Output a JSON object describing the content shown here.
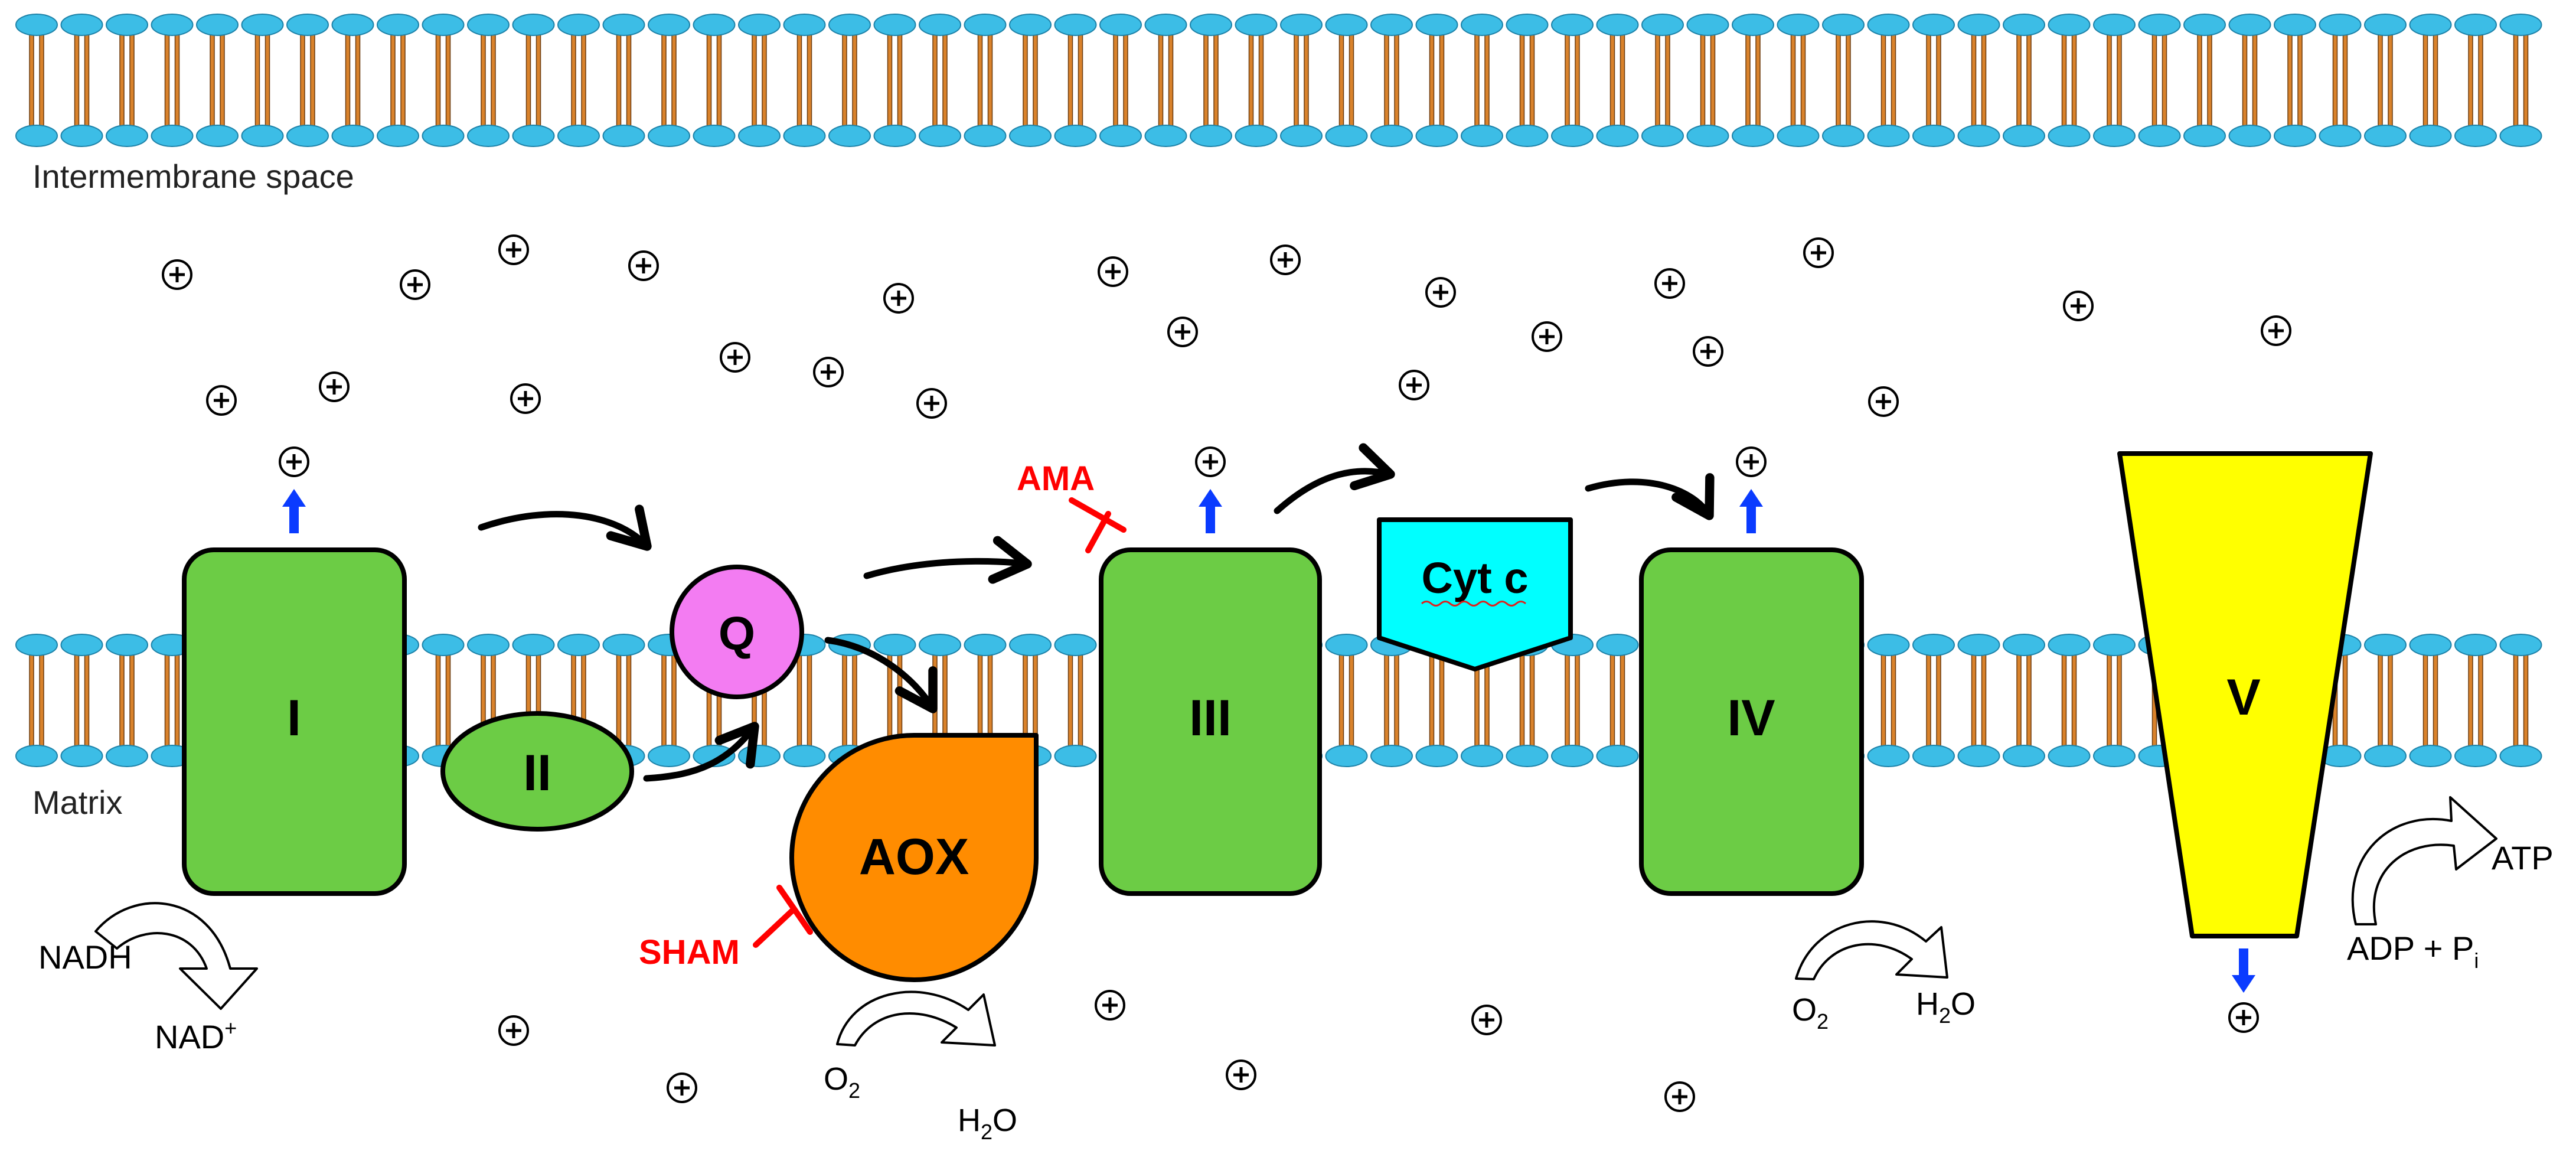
{
  "labels": {
    "intermembrane_space": "Intermembrane space",
    "matrix": "Matrix"
  },
  "complexes": {
    "c1": "I",
    "c2": "II",
    "q": "Q",
    "aox": "AOX",
    "c3": "III",
    "cytc": "Cyt c",
    "c4": "IV",
    "c5": "V"
  },
  "inhibitors": {
    "ama": "AMA",
    "sham": "SHAM"
  },
  "reactions": {
    "nadh": "NADH",
    "nad_base": "NAD",
    "nad_sup": "+",
    "aox_o2_base": "O",
    "aox_o2_sub": "2",
    "aox_h2o_h": "H",
    "aox_h2o_sub": "2",
    "aox_h2o_o": "O",
    "c4_o2_base": "O",
    "c4_o2_sub": "2",
    "c4_h2o_h": "H",
    "c4_h2o_sub": "2",
    "c4_h2o_o": "O",
    "atp": "ATP",
    "adp_text": "ADP + P",
    "adp_sub": "i"
  },
  "colors": {
    "membrane_head": "#3cbde6",
    "membrane_tail": "#d9822b",
    "complex_green": "#6ccc45",
    "q_pink": "#f37cf2",
    "aox_orange": "#ff8c00",
    "cytc_cyan": "#00ffff",
    "c5_yellow": "#ffff00",
    "inhibitor_red": "#ff0000",
    "proton_arrow_blue": "#0a3bff"
  },
  "icons": {
    "proton": "proton-plus-icon",
    "electron_flow": "curved-arrow-icon",
    "proton_pump": "up-arrow-icon",
    "inhibition": "t-bar-inhibitor-icon",
    "reaction": "hollow-curved-arrow-icon"
  }
}
